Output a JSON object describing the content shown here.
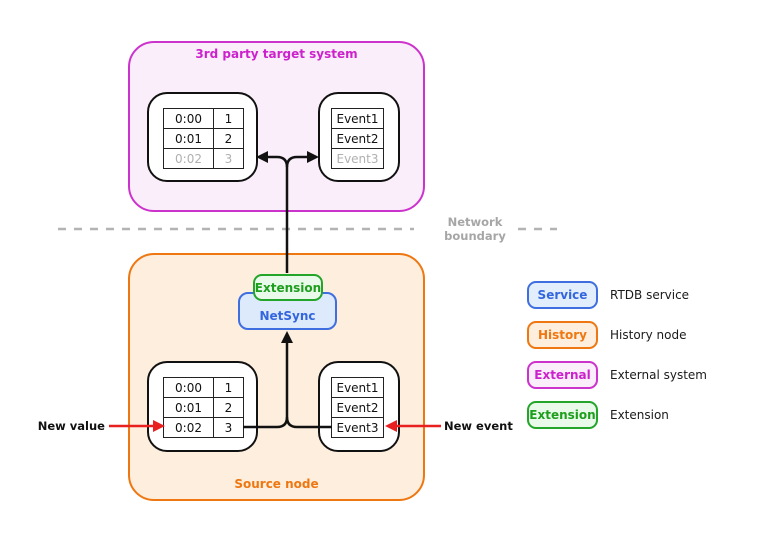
{
  "diagram": {
    "external_system": {
      "title": "3rd party target system",
      "table": {
        "rows": [
          [
            "0:00",
            "1"
          ],
          [
            "0:01",
            "2"
          ],
          [
            "0:02",
            "3"
          ]
        ]
      },
      "events": {
        "rows": [
          "Event1",
          "Event2",
          "Event3"
        ]
      }
    },
    "network_boundary": {
      "line1": "Network",
      "line2": "boundary"
    },
    "source_node": {
      "title": "Source node",
      "extension_label": "Extension",
      "netsync_label": "NetSync",
      "table": {
        "rows": [
          [
            "0:00",
            "1"
          ],
          [
            "0:01",
            "2"
          ],
          [
            "0:02",
            "3"
          ]
        ]
      },
      "events": {
        "rows": [
          "Event1",
          "Event2",
          "Event3"
        ]
      }
    },
    "annotations": {
      "new_value": "New value",
      "new_event": "New event"
    }
  },
  "legend": {
    "items": [
      {
        "box_label": "Service",
        "description": "RTDB service"
      },
      {
        "box_label": "History",
        "description": "History node"
      },
      {
        "box_label": "External",
        "description": "External system"
      },
      {
        "box_label": "Extension",
        "description": "Extension"
      }
    ]
  },
  "colors": {
    "external_accent": "#cc33cc",
    "external_fill": "#fbeefb",
    "history_accent": "#ee7711",
    "history_fill": "#fdeedd",
    "service_accent": "#3f6ee0",
    "service_fill": "#ddeafc",
    "extension_accent": "#23a52a",
    "extension_fill": "#eafaea",
    "new_arrow_red": "#e82020",
    "boundary_gray": "#b3b3b3",
    "dim_text": "#b0b0b0"
  }
}
